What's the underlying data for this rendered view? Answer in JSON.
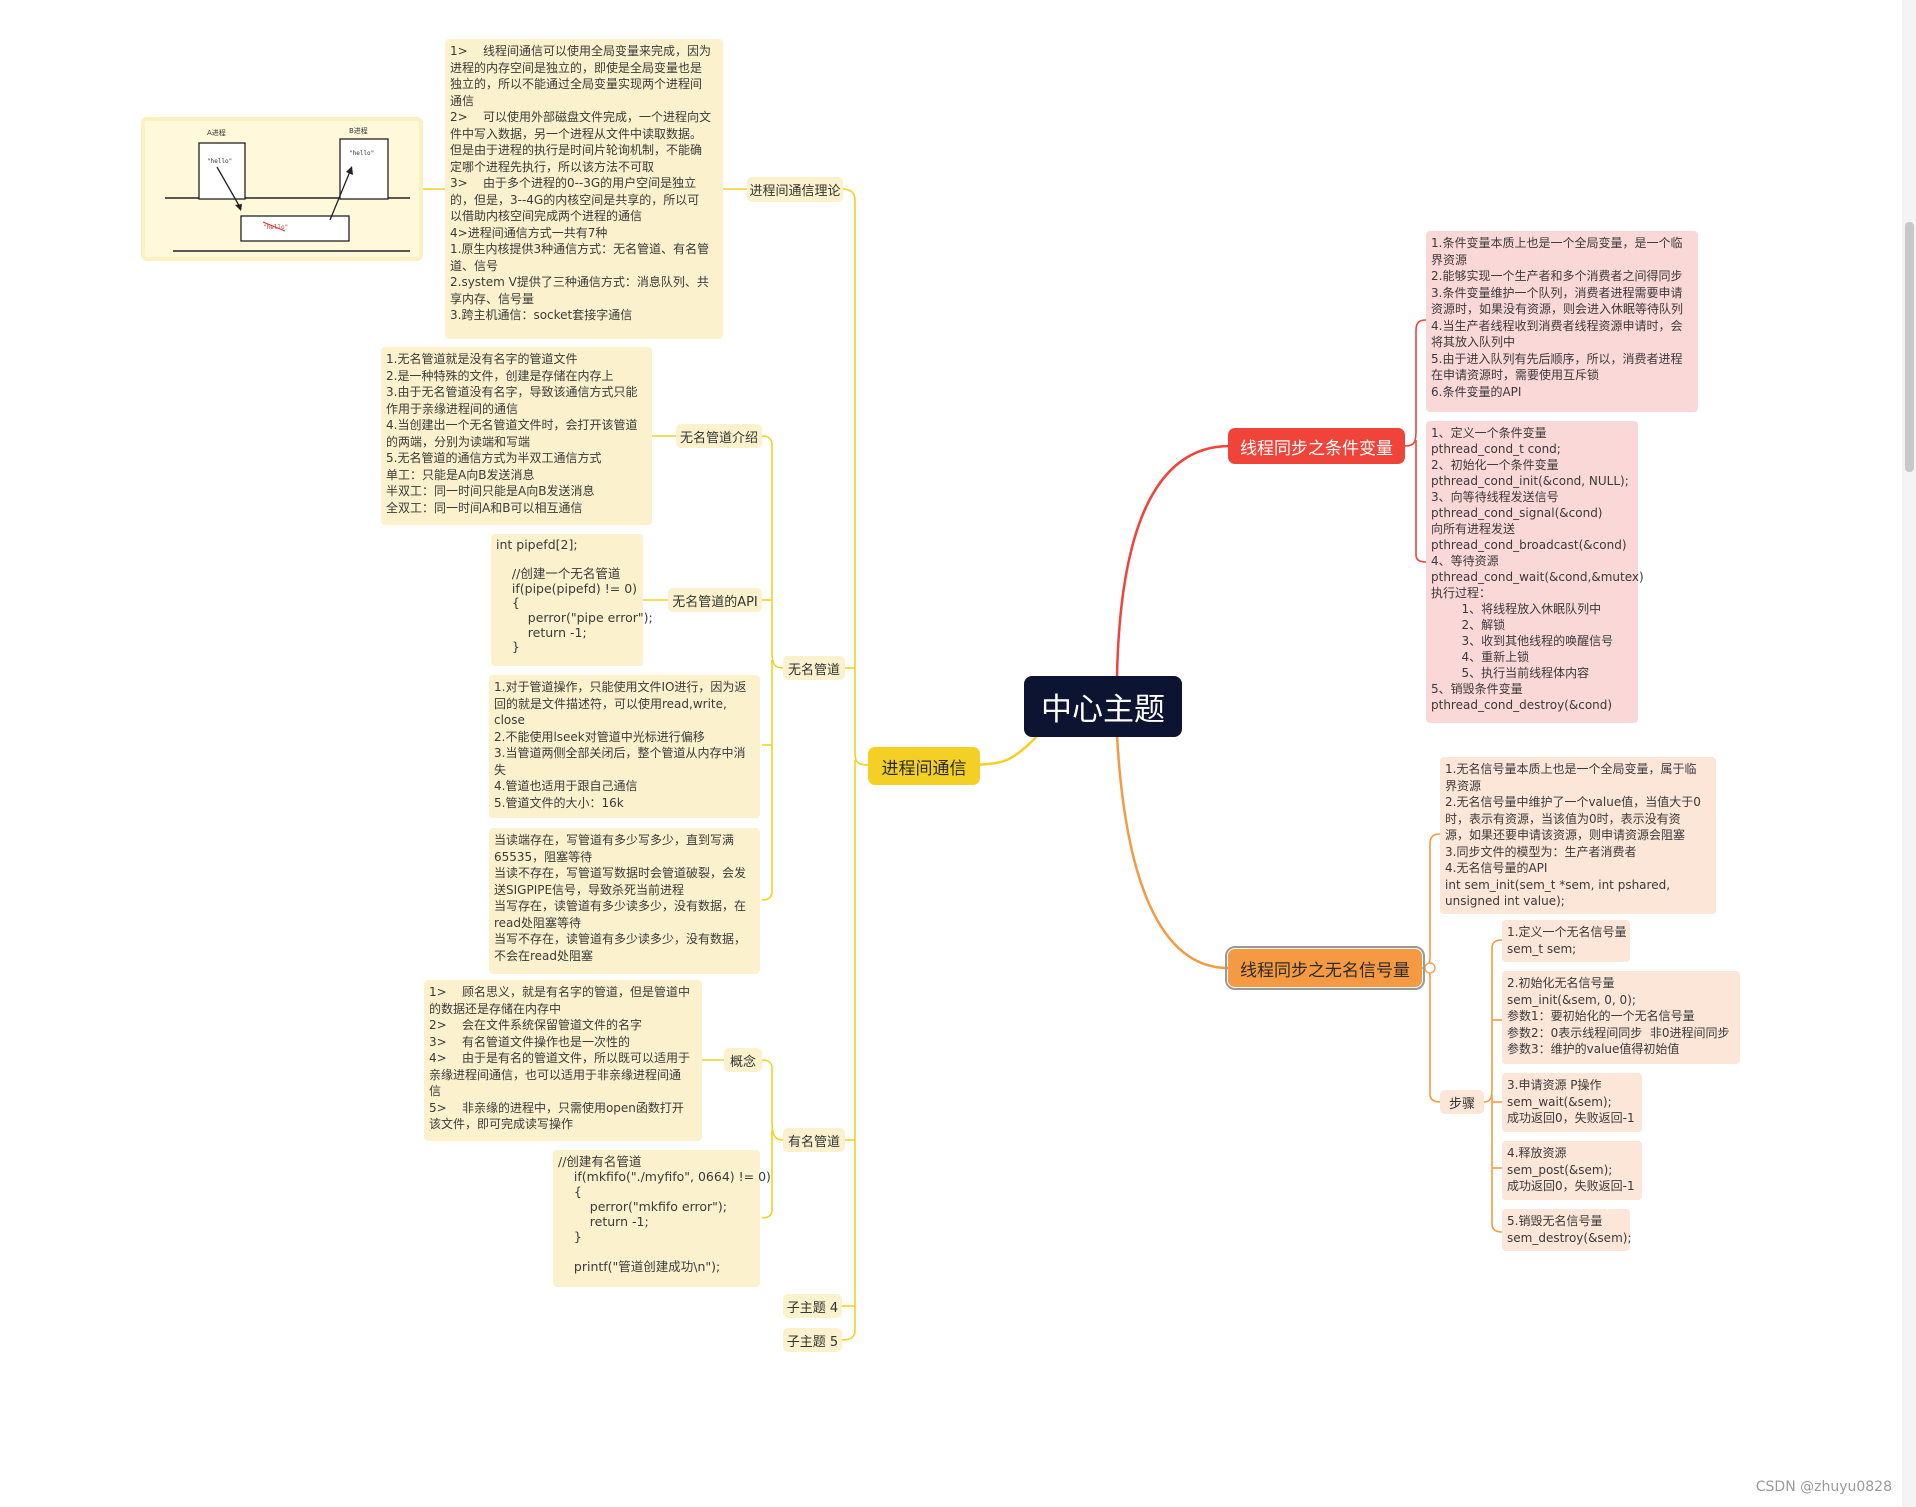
{
  "central": {
    "title": "中心主题"
  },
  "ipc": {
    "title": "进程间通信",
    "theory": {
      "label": "进程间通信理论",
      "text": "1>    线程间通信可以使用全局变量来完成，因为\n进程的内存空间是独立的，即使是全局变量也是\n独立的，所以不能通过全局变量实现两个进程间\n通信\n2>    可以使用外部磁盘文件完成，一个进程向文\n件中写入数据，另一个进程从文件中读取数据。\n但是由于进程的执行是时间片轮询机制，不能确\n定哪个进程先执行，所以该方法不可取\n3>    由于多个进程的0--3G的用户空间是独立\n的，但是，3--4G的内核空间是共享的，所以可\n以借助内核空间完成两个进程的通信\n4>进程间通信方式一共有7种\n1.原生内核提供3种通信方式：无名管道、有名管\n道、信号\n2.system V提供了三种通信方式：消息队列、共\n享内存、信号量\n3.跨主机通信：socket套接字通信",
      "diagram": {
        "left_label": "A进程",
        "right_label": "B进程",
        "left_text": "\"hello\"",
        "right_text": "\"hello\"",
        "kernel_text": "\"hello\""
      }
    },
    "anon_pipe": {
      "label": "无名管道",
      "intro_label": "无名管道介绍",
      "intro_text": "1.无名管道就是没有名字的管道文件\n2.是一种特殊的文件，创建是存储在内存上\n3.由于无名管道没有名字，导致该通信方式只能\n作用于亲缘进程间的通信\n4.当创建出一个无名管道文件时，会打开该管道\n的两端，分别为读端和写端\n5.无名管道的通信方式为半双工通信方式\n单工：只能是A向B发送消息\n半双工：同一时间只能是A向B发送消息\n全双工：同一时间A和B可以相互通信",
      "api_label": "无名管道的API",
      "api_text": "int pipefd[2];\n\n    //创建一个无名管道\n    if(pipe(pipefd) != 0)\n    {\n        perror(\"pipe error\");\n        return -1;\n    }",
      "note1": "1.对于管道操作，只能使用文件IO进行，因为返\n回的就是文件描述符，可以使用read,write,\nclose\n2.不能使用lseek对管道中光标进行偏移\n3.当管道两侧全部关闭后，整个管道从内存中消\n失\n4.管道也适用于跟自己通信\n5.管道文件的大小：16k",
      "note2": "当读端存在，写管道有多少写多少，直到写满\n65535，阻塞等待\n当读不存在，写管道写数据时会管道破裂，会发\n送SIGPIPE信号，导致杀死当前进程\n当写存在，读管道有多少读多少，没有数据，在\nread处阻塞等待\n当写不存在，读管道有多少读多少，没有数据，\n不会在read处阻塞"
    },
    "named_pipe": {
      "label": "有名管道",
      "concept_label": "概念",
      "concept_text": "1>    顾名思义，就是有名字的管道，但是管道中\n的数据还是存储在内存中\n2>    会在文件系统保留管道文件的名字\n3>    有名管道文件操作也是一次性的\n4>    由于是有名的管道文件，所以既可以适用于\n亲缘进程间通信，也可以适用于非亲缘进程间通\n信\n5>    非亲缘的进程中，只需使用open函数打开\n该文件，即可完成读写操作",
      "code_text": "//创建有名管道\n    if(mkfifo(\"./myfifo\", 0664) != 0)\n    {\n        perror(\"mkfifo error\");\n        return -1;\n    }\n\n    printf(\"管道创建成功\\n\");"
    },
    "sub4": "子主题 4",
    "sub5": "子主题 5"
  },
  "cond": {
    "title": "线程同步之条件变量",
    "note1": "1.条件变量本质上也是一个全局变量，是一个临\n界资源\n2.能够实现一个生产者和多个消费者之间得同步\n3.条件变量维护一个队列，消费者进程需要申请\n资源时，如果没有资源，则会进入休眠等待队列\n4.当生产者线程收到消费者线程资源申请时，会\n将其放入队列中\n5.由于进入队列有先后顺序，所以，消费者进程\n在申请资源时，需要使用互斥锁\n6.条件变量的API",
    "note2": "1、定义一个条件变量\npthread_cond_t cond;\n2、初始化一个条件变量\npthread_cond_init(&cond, NULL);\n3、向等待线程发送信号\npthread_cond_signal(&cond)\n向所有进程发送\npthread_cond_broadcast(&cond)\n4、等待资源\npthread_cond_wait(&cond,&mutex)\n执行过程：\n        1、将线程放入休眠队列中\n        2、解锁\n        3、收到其他线程的唤醒信号\n        4、重新上锁\n        5、执行当前线程体内容\n5、销毁条件变量\npthread_cond_destroy(&cond)"
  },
  "sem": {
    "title": "线程同步之无名信号量",
    "intro": "1.无名信号量本质上也是一个全局变量，属于临\n界资源\n2.无名信号量中维护了一个value值，当值大于0\n时，表示有资源，当该值为0时，表示没有资\n源，如果还要申请该资源，则申请资源会阻塞\n3.同步文件的模型为：生产者消费者\n4.无名信号量的API\nint sem_init(sem_t *sem, int pshared,\nunsigned int value);",
    "steps_label": "步骤",
    "steps": [
      "1.定义一个无名信号量\nsem_t sem;",
      "2.初始化无名信号量\nsem_init(&sem, 0, 0);\n参数1：要初始化的一个无名信号量\n参数2：0表示线程间同步  非0进程间同步\n参数3：维护的value值得初始值",
      "3.申请资源 P操作\nsem_wait(&sem);\n成功返回0，失败返回-1",
      "4.释放资源\nsem_post(&sem);\n成功返回0，失败返回-1",
      "5.销毁无名信号量\nsem_destroy(&sem);"
    ]
  },
  "watermark": "CSDN @zhuyu0828",
  "colors": {
    "central": "#0d1432",
    "ipc": "#f4d024",
    "cond": "#f0443a",
    "sem": "#f59a42",
    "yellow_note": "#fbf2cd",
    "red_note": "#fbd8d8",
    "orange_note": "#fbe6d8"
  }
}
